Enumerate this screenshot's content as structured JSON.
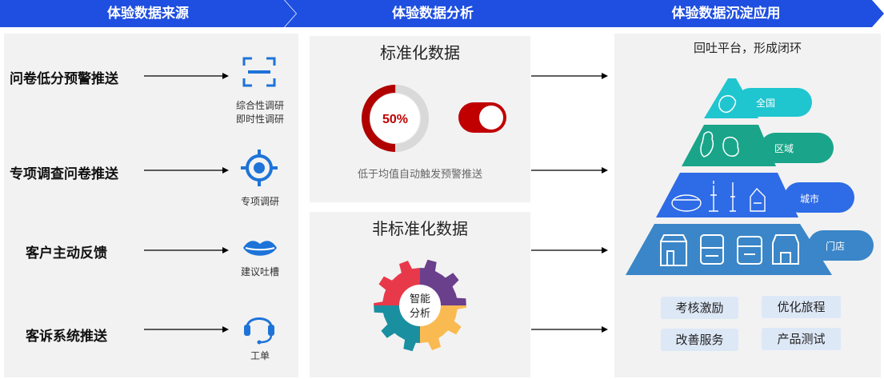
{
  "headers": [
    {
      "label": "体验数据来源"
    },
    {
      "label": "体验数据分析"
    },
    {
      "label": "体验数据沉淀应用"
    }
  ],
  "sources": [
    {
      "label": "问卷低分预警推送",
      "caption_lines": [
        "综合性调研",
        "即时性调研"
      ],
      "icon": "scan-icon"
    },
    {
      "label": "专项调查问卷推送",
      "caption_lines": [
        "专项调研"
      ],
      "icon": "target-icon"
    },
    {
      "label": "客户主动反馈",
      "caption_lines": [
        "建议吐槽"
      ],
      "icon": "lips-icon"
    },
    {
      "label": "客诉系统推送",
      "caption_lines": [
        "工单"
      ],
      "icon": "headset-icon"
    }
  ],
  "analysis": {
    "standard": {
      "title": "标准化数据",
      "gauge_text": "50%",
      "gauge_percent": 50,
      "caption": "低于均值自动触发预警推送"
    },
    "nonstandard": {
      "title": "非标准化数据",
      "gear_lines": [
        "智能",
        "分析"
      ]
    }
  },
  "application": {
    "title": "回吐平台，形成闭环",
    "levels": [
      {
        "label": "全国",
        "icon": "china-map-icon"
      },
      {
        "label": "区域",
        "icon": "region-map-icon"
      },
      {
        "label": "城市",
        "icon": "city-landmarks-icon"
      },
      {
        "label": "门店",
        "icon": "store-icons"
      }
    ],
    "tags": [
      "考核激励",
      "优化旅程",
      "改善服务",
      "产品测试"
    ]
  },
  "colors": {
    "header_blue": "#1f4fe0",
    "panel_gray": "#f2f2f2",
    "accent_red": "#c00000",
    "teal": "#1fc6cf",
    "green": "#1aa58a",
    "royal_blue": "#2e6be6",
    "steel_blue": "#3a86c8"
  }
}
